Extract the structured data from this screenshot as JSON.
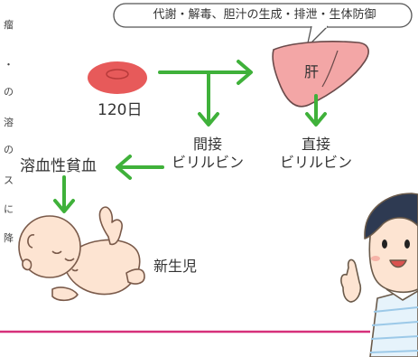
{
  "side_text": [
    "瘤",
    "・",
    "の",
    "溶",
    "の",
    "ス",
    "に",
    "降"
  ],
  "speech_bubble": "代謝・解毒、胆汁の生成・排泄・生体防御",
  "liver_label": "肝",
  "rbc_label": "120日",
  "indirect": {
    "line1": "間接",
    "line2": "ビリルビン"
  },
  "direct": {
    "line1": "直接",
    "line2": "ビリルビン"
  },
  "hemolytic_anemia": "溶血性貧血",
  "newborn": "新生児",
  "colors": {
    "arrow": "#3fb13a",
    "liver_fill": "#f3a6a6",
    "liver_stroke": "#6a4a4a",
    "rbc": "#e75a5a",
    "divider": "#d6307a",
    "skin": "#fde4d2"
  }
}
